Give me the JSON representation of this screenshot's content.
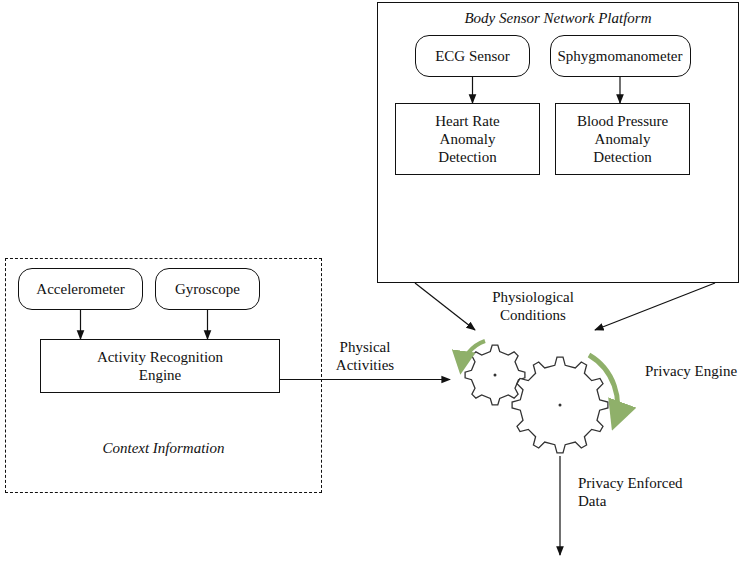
{
  "diagram": {
    "nodes": [
      {
        "text": [
          "Body Sensor Network Platform"
        ]
      },
      {
        "text": [
          "ECG Sensor"
        ],
        "in": 0
      },
      {
        "text": [
          "Sphygmomanometer"
        ],
        "in": 0
      },
      {
        "text": [
          "Heart Rate Anomaly Detection"
        ],
        "in": 0
      },
      {
        "text": [
          "Blood Pressure Anomaly Detection"
        ],
        "in": 0
      },
      {
        "text": [
          "Context Information"
        ]
      },
      {
        "text": [
          "Accelerometer"
        ],
        "in": 5
      },
      {
        "text": [
          "Gyroscope"
        ],
        "in": 5
      },
      {
        "text": [
          "Activity Recognition Engine"
        ],
        "in": 5
      },
      {
        "text": [
          "Privacy Engine"
        ]
      }
    ],
    "edges": [
      {
        "from": 1,
        "to": 3,
        "arrow": "to"
      },
      {
        "from": 2,
        "to": 4,
        "arrow": "to"
      },
      {
        "from": 6,
        "to": 8,
        "arrow": "to"
      },
      {
        "from": 7,
        "to": 8,
        "arrow": "to"
      },
      {
        "from": 8,
        "to": 9,
        "label": "Physical Activities",
        "arrow": "to"
      },
      {
        "from": 0,
        "to": 9,
        "arrow": "to"
      },
      {
        "from": 0,
        "to": 9,
        "arrow": "to"
      }
    ],
    "labels": [
      "Physiological Conditions",
      "Privacy Enforced Data"
    ]
  }
}
